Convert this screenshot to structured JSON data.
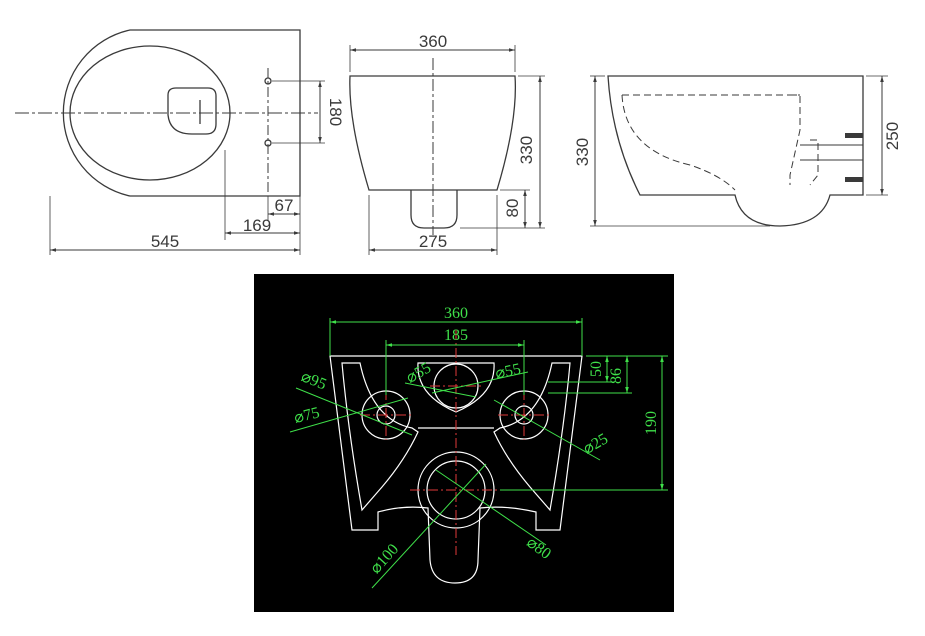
{
  "colors": {
    "paper": "#ffffff",
    "ink": "#3a3a3a",
    "cad_background": "#000000",
    "cad_outline": "#ffffff",
    "cad_dimension": "#3fe04a",
    "cad_centerline": "#e03a3a"
  },
  "top_view": {
    "dim_width": "545",
    "dim_169": "169",
    "dim_67": "67",
    "dim_180": "180"
  },
  "front_view": {
    "dim_top": "360",
    "dim_bottom": "275",
    "dim_height": "330",
    "dim_80": "80"
  },
  "side_view": {
    "dim_height": "330",
    "dim_250": "250"
  },
  "cad_view": {
    "dim_360": "360",
    "dim_185": "185",
    "dim_50": "50",
    "dim_86": "86",
    "dim_190": "190",
    "dia_95": "⌀95",
    "dia_75": "⌀75",
    "dia_55_left": "⌀55",
    "dia_55_right": "⌀55",
    "dia_25": "⌀25",
    "dia_100": "⌀100",
    "dia_80": "⌀80"
  }
}
